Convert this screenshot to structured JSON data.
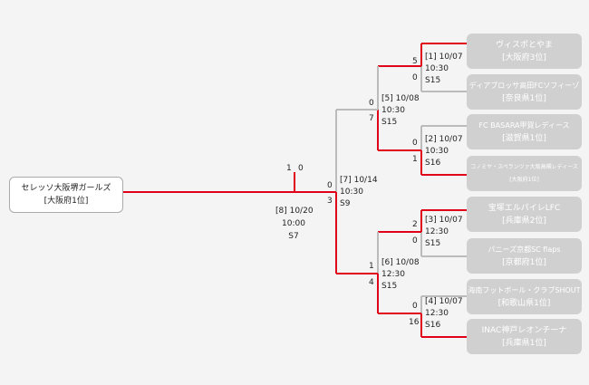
{
  "winner": {
    "name": "セレッソ大阪堺ガールズ",
    "pref": "[大阪府1位]",
    "scores": [
      "1",
      "0"
    ]
  },
  "final": {
    "game": "[8] 10/20",
    "time": "10:00",
    "venue": "S7"
  },
  "matches": {
    "m7": {
      "game": "[7] 10/14",
      "time": "10:30",
      "venue": "S9",
      "score_top": "0",
      "score_bottom": "3"
    },
    "m5": {
      "game": "[5] 10/08",
      "time": "10:30",
      "venue": "S15",
      "score_top": "0",
      "score_bottom": "7"
    },
    "m6": {
      "game": "[6] 10/08",
      "time": "12:30",
      "venue": "S15",
      "score_top": "1",
      "score_bottom": "4"
    },
    "m1": {
      "game": "[1] 10/07",
      "time": "10:30",
      "venue": "S15",
      "score_top": "5",
      "score_bottom": "0"
    },
    "m2": {
      "game": "[2] 10/07",
      "time": "10:30",
      "venue": "S16",
      "score_top": "0",
      "score_bottom": "1"
    },
    "m3": {
      "game": "[3] 10/07",
      "time": "12:30",
      "venue": "S15",
      "score_top": "2",
      "score_bottom": "0"
    },
    "m4": {
      "game": "[4] 10/07",
      "time": "12:30",
      "venue": "S16",
      "score_top": "0",
      "score_bottom": "16"
    }
  },
  "teams": [
    {
      "name": "ヴィスポとやま",
      "pref": "[大阪府3位]"
    },
    {
      "name": "ディアブロッサ高田FCソフィーゾ",
      "pref": "[奈良県1位]"
    },
    {
      "name": "FC BASARA甲賀レディース",
      "pref": "[滋賀県1位]"
    },
    {
      "name": "コノミヤ・スペランツァ大阪高槻レディース",
      "pref": "[大阪府1位]"
    },
    {
      "name": "宝塚エルパイレLFC",
      "pref": "[兵庫県2位]"
    },
    {
      "name": "パニーズ京都SC flaps",
      "pref": "[京都府1位]"
    },
    {
      "name": "海南フットボール・クラブSHOUT",
      "pref": "[和歌山県1位]"
    },
    {
      "name": "INAC神戸レオンチーナ",
      "pref": "[兵庫県1位]"
    }
  ],
  "colors": {
    "win_line": "#e0001a",
    "lose_line": "#bbbbbb"
  }
}
